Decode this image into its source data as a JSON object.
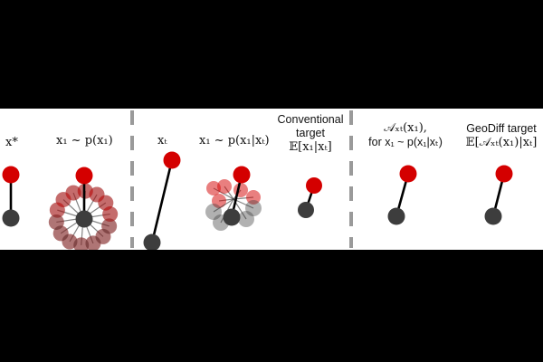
{
  "colors": {
    "red": "#d40000",
    "dark": "#3d3d3d",
    "rod": "#000000",
    "divider": "#9a9a9a"
  },
  "labels": {
    "x_star": "x*",
    "x1_prior": "x₁ ~ p(x₁)",
    "x_t": "xₜ",
    "x1_posterior": "x₁ ~ p(x₁|xₜ)",
    "conventional_l1": "Conventional",
    "conventional_l2": "target",
    "conventional_l3": "𝔼[x₁|xₜ]",
    "align_l1": "𝒜ₓₜ(x₁),",
    "align_l2": "for x₁ ~ p(x₁|xₜ)",
    "geodiff_l1": "GeoDiff target",
    "geodiff_l2": "𝔼[𝒜ₓₜ(x₁)|xₜ]"
  }
}
